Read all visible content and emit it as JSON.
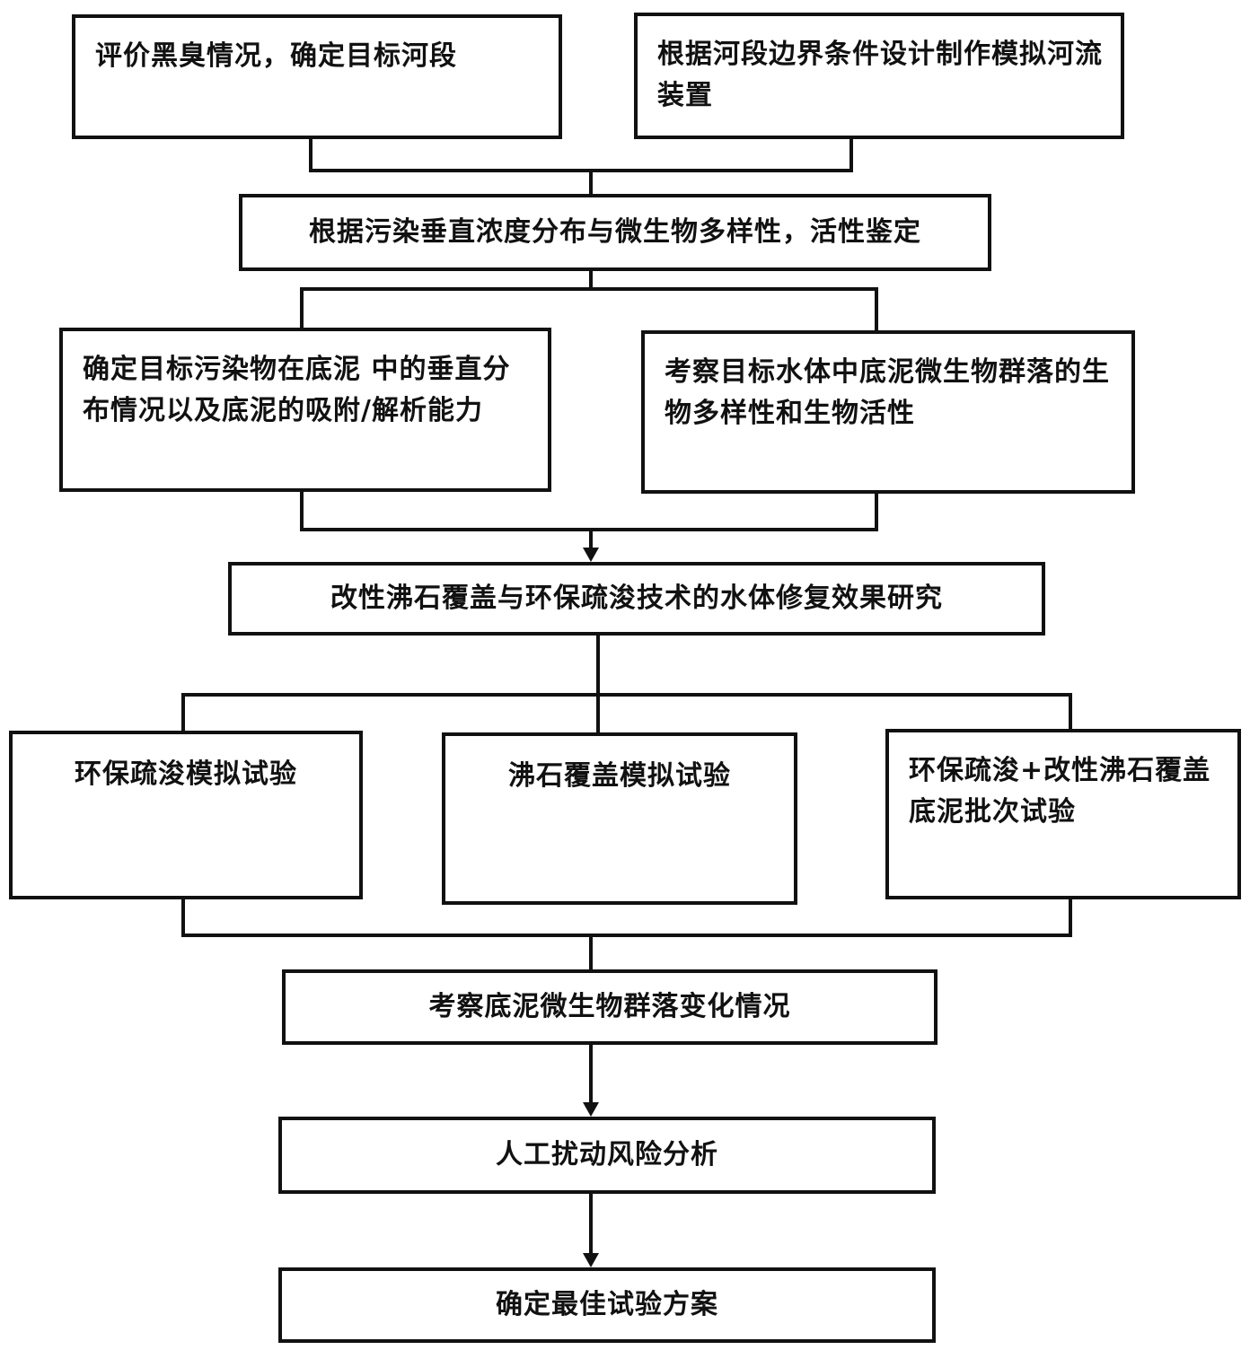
{
  "steps": {
    "s1": "评价黑臭情况，确定目标河段",
    "s2": "根据河段边界条件设计制作模拟河流装置",
    "s3": "根据污染垂直浓度分布与微生物多样性，活性鉴定",
    "s4": "确定目标污染物在底泥 中的垂直分布情况以及底泥的吸附/解析能力",
    "s5": "考察目标水体中底泥微生物群落的生物多样性和生物活性",
    "s6": "改性沸石覆盖与环保疏浚技术的水体修复效果研究",
    "s7": "环保疏浚模拟试验",
    "s8": "沸石覆盖模拟试验",
    "s9": "环保疏浚+改性沸石覆盖底泥批次试验",
    "s10": "考察底泥微生物群落变化情况",
    "s11": "人工扰动风险分析",
    "s12": "确定最佳试验方案"
  },
  "colors": {
    "line": "#111111",
    "box_fill": "#ffffff"
  }
}
